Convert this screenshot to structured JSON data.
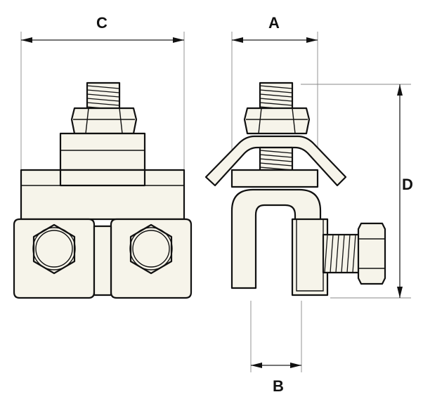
{
  "figure": {
    "dimensions": {
      "a_label": "A",
      "b_label": "B",
      "c_label": "C",
      "d_label": "D"
    },
    "colors": {
      "line": "#111111",
      "body_fill": "#f6f4ea",
      "background": "#ffffff"
    }
  }
}
